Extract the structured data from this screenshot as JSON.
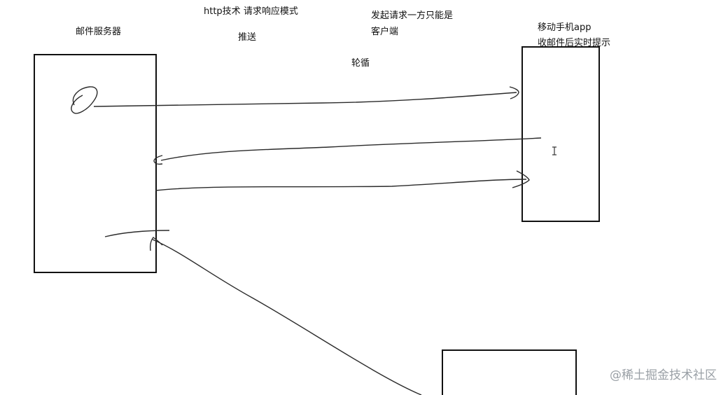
{
  "labels": {
    "mail_server": "邮件服务器",
    "http_tech": "http技术  请求响应模式",
    "push": "推送",
    "client_only_1": "发起请求一方只能是",
    "client_only_2": "客户端",
    "polling": "轮循",
    "mobile_app_1": "移动手机app",
    "mobile_app_2": "收邮件后实时提示"
  },
  "watermark": "@稀土掘金技术社区",
  "colors": {
    "ink": "#111111",
    "stroke": "#2b2b2b",
    "watermark": "#9aa0a6",
    "background": "#ffffff"
  },
  "icons": {
    "cursor": "text-cursor-icon"
  }
}
